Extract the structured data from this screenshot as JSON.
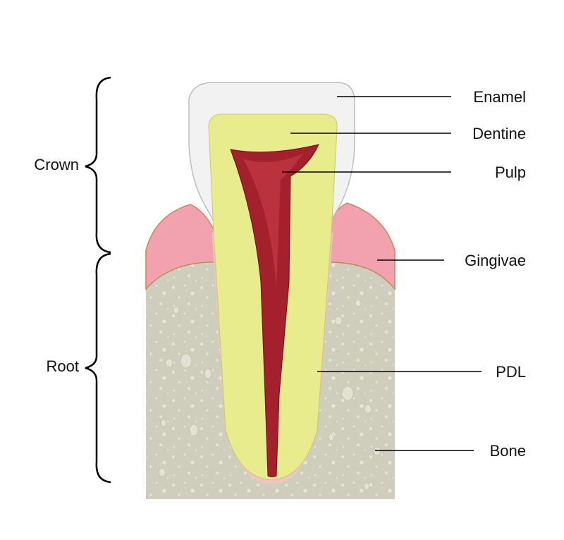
{
  "labels": {
    "crown": "Crown",
    "root": "Root",
    "enamel": "Enamel",
    "dentine": "Dentine",
    "pulp": "Pulp",
    "gingivae": "Gingivae",
    "pdl": "PDL",
    "bone": "Bone"
  },
  "colors": {
    "enamel": "#f2f2f2",
    "dentine": "#e9ec8c",
    "pulp": "#a3202c",
    "gingivae": "#f2a2ae",
    "bone": "#cfcdbb",
    "pdl": "#f3c3c8"
  }
}
